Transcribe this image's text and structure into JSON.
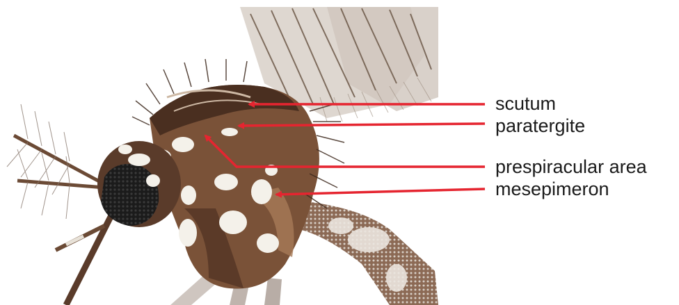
{
  "labels": [
    {
      "id": "scutum",
      "text": "scutum"
    },
    {
      "id": "paratergite",
      "text": "paratergite"
    },
    {
      "id": "prespiracular",
      "text": "prespiracular area"
    },
    {
      "id": "mesepimeron",
      "text": "mesepimeron"
    }
  ],
  "colors": {
    "arrow": "#e52530",
    "body_dark": "#4a2f20",
    "body_mid": "#7a5238",
    "body_light": "#a77a58",
    "scales": "#f4f1ea",
    "wing": "#d8d0c8",
    "eye": "#1b1b1b"
  }
}
